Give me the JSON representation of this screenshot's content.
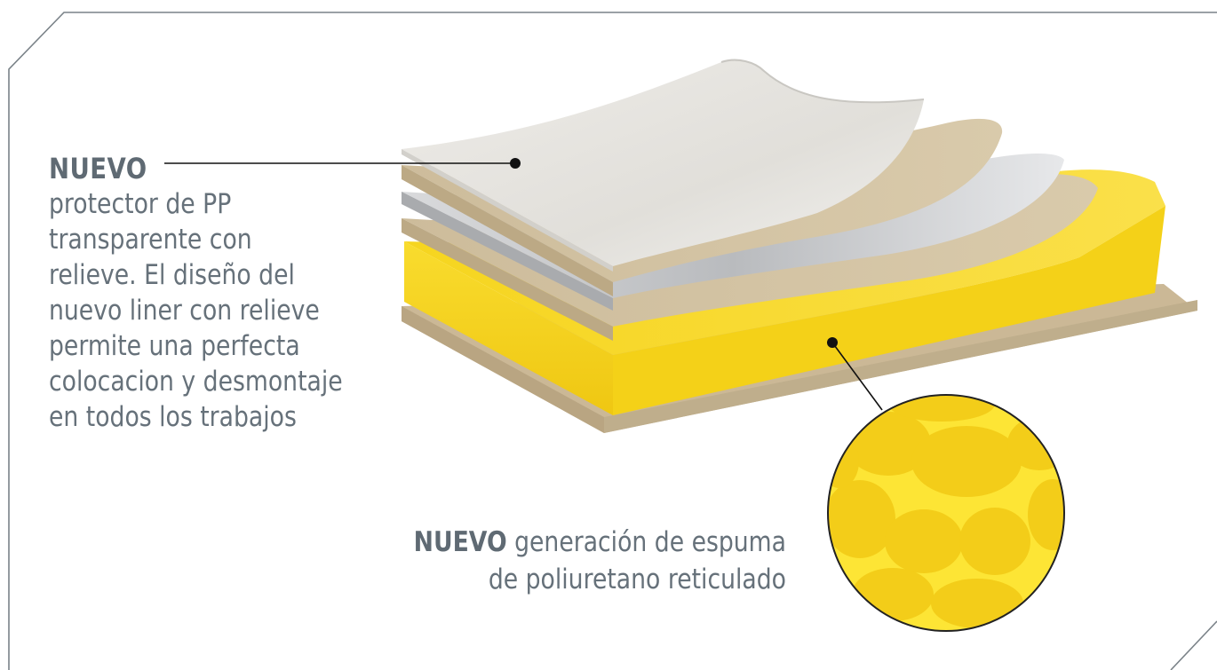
{
  "callouts": {
    "liner": {
      "title": "NUEVO",
      "lines": [
        "protector de PP",
        "transparente con",
        "relieve. El diseño del",
        "nuevo liner con relieve",
        "permite una perfecta",
        "colocacion y desmontaje",
        "en todos los trabajos"
      ]
    },
    "foam": {
      "title": "NUEVO",
      "line1_rest": " generación de espuma",
      "line2": "de poliuretano reticulado"
    }
  },
  "colors": {
    "frame": "#7a8288",
    "text": "#66717a",
    "foam_yellow": "#f7d21c",
    "beige_layer": "#cbb896",
    "liner_clear": "#e6e4df"
  }
}
